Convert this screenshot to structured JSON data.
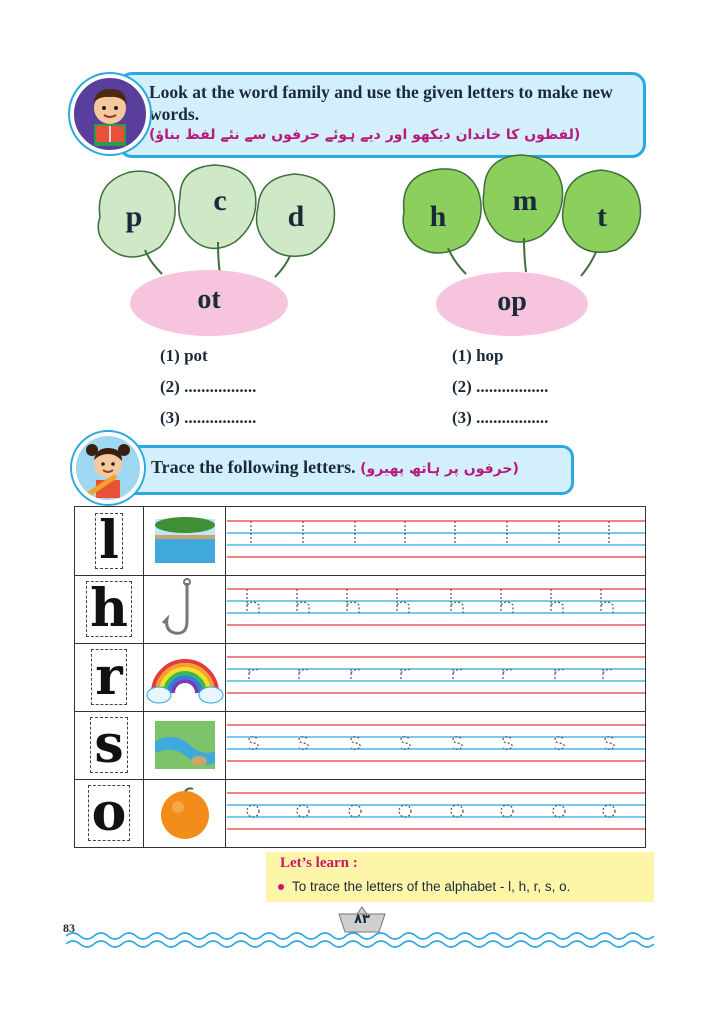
{
  "activity1": {
    "instruction_en": "Look at the word family and use the given letters to make new words.",
    "instruction_ur": "(لفظوں کا خاندان دیکھو اور دیے ہوئے حرفوں سے نئے لفظ بناؤ)",
    "left_group": {
      "letters": [
        "p",
        "c",
        "d"
      ],
      "family": "ot",
      "answers": [
        "(1) pot",
        "(2) .................",
        "(3) ................."
      ]
    },
    "right_group": {
      "letters": [
        "h",
        "m",
        "t"
      ],
      "family": "op",
      "answers": [
        "(1) hop",
        "(2) .................",
        "(3) ................."
      ]
    }
  },
  "activity2": {
    "instruction_en": "Trace the following letters.",
    "instruction_ur": "(حرفوں پر ہاتھ پھیرو)",
    "rows": [
      {
        "letter": "l",
        "picture": "lake-picture",
        "trace": "l"
      },
      {
        "letter": "h",
        "picture": "hook-picture",
        "trace": "h"
      },
      {
        "letter": "r",
        "picture": "rainbow-picture",
        "trace": "r"
      },
      {
        "letter": "s",
        "picture": "stream-picture",
        "trace": "s"
      },
      {
        "letter": "o",
        "picture": "orange-picture",
        "trace": "o"
      }
    ]
  },
  "learn": {
    "heading": "Let’s learn :",
    "item": "To trace the letters of the alphabet - l, h, r, s, o."
  },
  "footer": {
    "page_number": "83",
    "page_number_urdu": "۸۳"
  },
  "colors": {
    "banner_fill": "#d2effb",
    "banner_border": "#2aa8e0",
    "leaf_light": "#cfe8c8",
    "leaf_dark": "#8ccf5d",
    "ellipse": "#f6c5dd",
    "urdu_text": "#b8197b",
    "learn_bg": "#fdf6a8",
    "wave": "#2aa8e0"
  }
}
